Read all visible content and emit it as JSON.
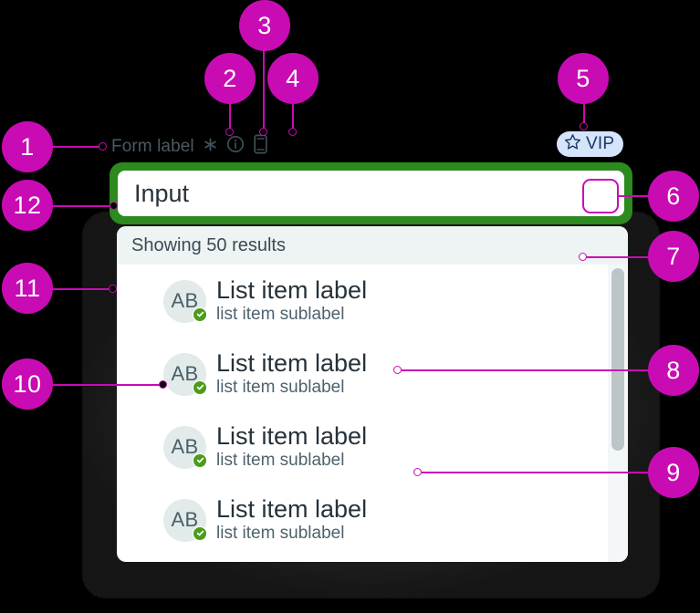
{
  "form": {
    "label": "Form label",
    "required_icon": "asterisk-icon",
    "info_icon": "info-circle-icon",
    "device_icon": "mobile-device-icon"
  },
  "badge": {
    "icon": "star-icon",
    "text": "VIP",
    "background": "#d6e4fb",
    "foreground": "#1c3a63"
  },
  "combobox": {
    "value": "Input",
    "focus_ring_color": "#2c8a1e",
    "field_background": "#ffffff"
  },
  "dropdown": {
    "results_header": "Showing 50 results",
    "header_background": "#eef4f3",
    "items": [
      {
        "initials": "AB",
        "label": "List item label",
        "sublabel": "list item sublabel",
        "verified": true
      },
      {
        "initials": "AB",
        "label": "List item label",
        "sublabel": "list item sublabel",
        "verified": true
      },
      {
        "initials": "AB",
        "label": "List item label",
        "sublabel": "list item sublabel",
        "verified": true
      },
      {
        "initials": "AB",
        "label": "List item label",
        "sublabel": "list item sublabel",
        "verified": true
      }
    ],
    "scrollbar": {
      "track_color": "#f4f7f8",
      "thumb_color": "#bcc6c9"
    }
  },
  "annotations": {
    "accent_color": "#c90bb4",
    "markers": [
      {
        "number": "1",
        "target": "form-label"
      },
      {
        "number": "2",
        "target": "required-asterisk-icon"
      },
      {
        "number": "3",
        "target": "info-circle-icon"
      },
      {
        "number": "4",
        "target": "mobile-device-icon"
      },
      {
        "number": "5",
        "target": "vip-badge"
      },
      {
        "number": "6",
        "target": "input-trailing-slot"
      },
      {
        "number": "7",
        "target": "results-header"
      },
      {
        "number": "8",
        "target": "list-item-label"
      },
      {
        "number": "9",
        "target": "list-item-sublabel"
      },
      {
        "number": "10",
        "target": "list-item-avatar"
      },
      {
        "number": "11",
        "target": "dropdown-panel-edge"
      },
      {
        "number": "12",
        "target": "combobox-focus-ring"
      }
    ]
  }
}
